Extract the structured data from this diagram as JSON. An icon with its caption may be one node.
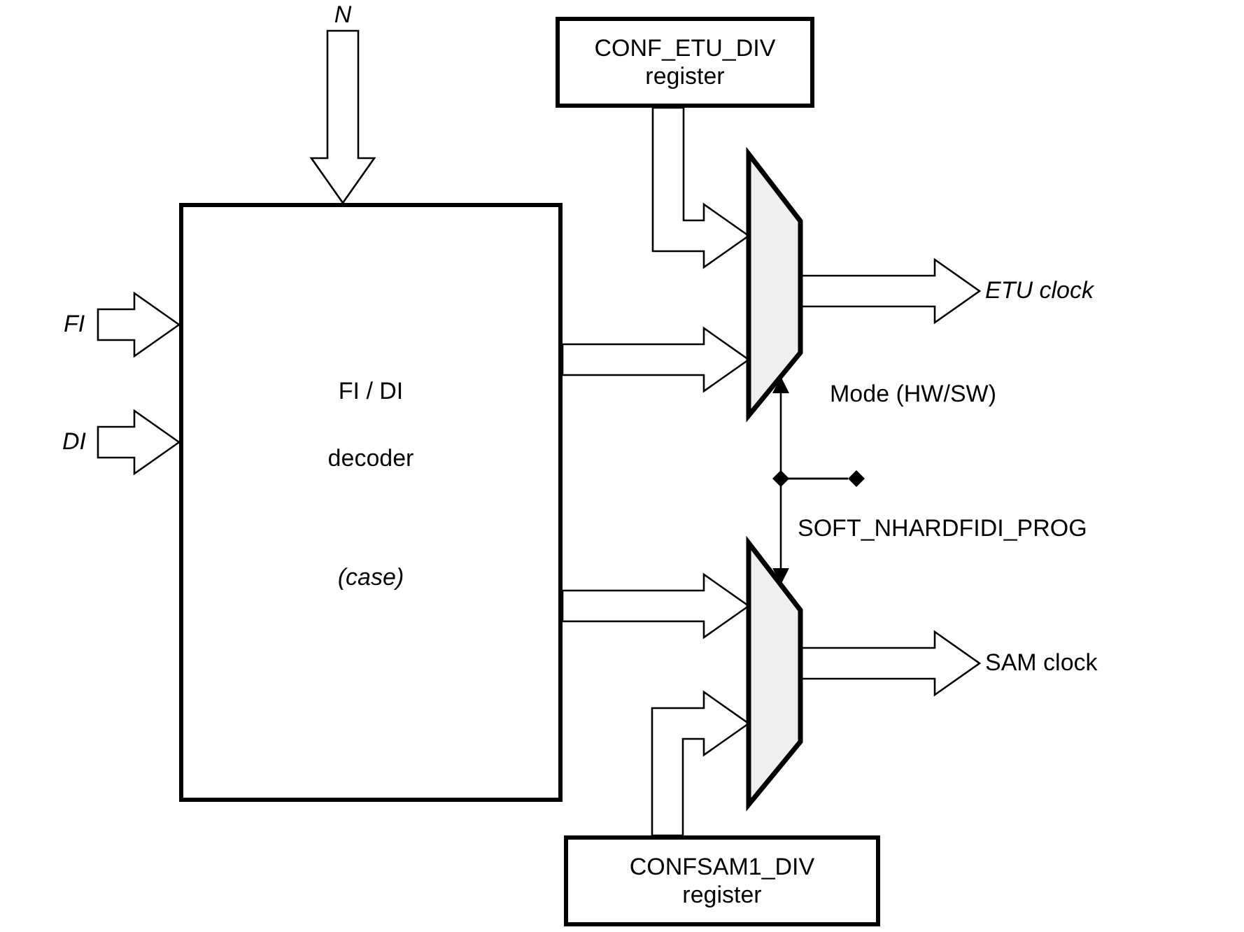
{
  "diagram": {
    "nodes": [
      {
        "text": [
          "FI / DI",
          "decoder",
          "(case)"
        ]
      },
      {
        "text": [
          "CONF_ETU_DIV register"
        ]
      },
      {
        "text": [],
        "shape": "trapezoid"
      },
      {
        "text": [],
        "shape": "trapezoid"
      },
      {
        "text": [
          "CONFSAM1_DIV register"
        ]
      },
      {
        "text": [
          "N"
        ]
      },
      {
        "text": [
          "FI"
        ]
      },
      {
        "text": [
          "DI"
        ]
      },
      {
        "text": [
          "ETU clock"
        ]
      },
      {
        "text": [
          "SAM clock"
        ]
      },
      {
        "text": [],
        "shape": "diamond"
      }
    ],
    "labels": [
      "Mode (HW/SW)",
      "SOFT_NHARDFIDI_PROG"
    ],
    "edges": [
      {
        "from": 5,
        "to": 0,
        "arrow": "to",
        "style": "thick"
      },
      {
        "from": 6,
        "to": 0,
        "arrow": "to",
        "style": "thick"
      },
      {
        "from": 7,
        "to": 0,
        "arrow": "to",
        "style": "thick"
      },
      {
        "from": 1,
        "to": 2,
        "arrow": "to",
        "style": "thick"
      },
      {
        "from": 0,
        "to": 2,
        "arrow": "to",
        "style": "thick"
      },
      {
        "from": 2,
        "to": 8,
        "arrow": "to",
        "style": "thick"
      },
      {
        "from": 0,
        "to": 3,
        "arrow": "to",
        "style": "thick"
      },
      {
        "from": 4,
        "to": 3,
        "arrow": "to",
        "style": "thick"
      },
      {
        "from": 3,
        "to": 9,
        "arrow": "to",
        "style": "thick"
      },
      {
        "from": 10,
        "to": 2,
        "arrow": "to"
      },
      {
        "from": 10,
        "to": 3,
        "arrow": "to"
      }
    ]
  }
}
